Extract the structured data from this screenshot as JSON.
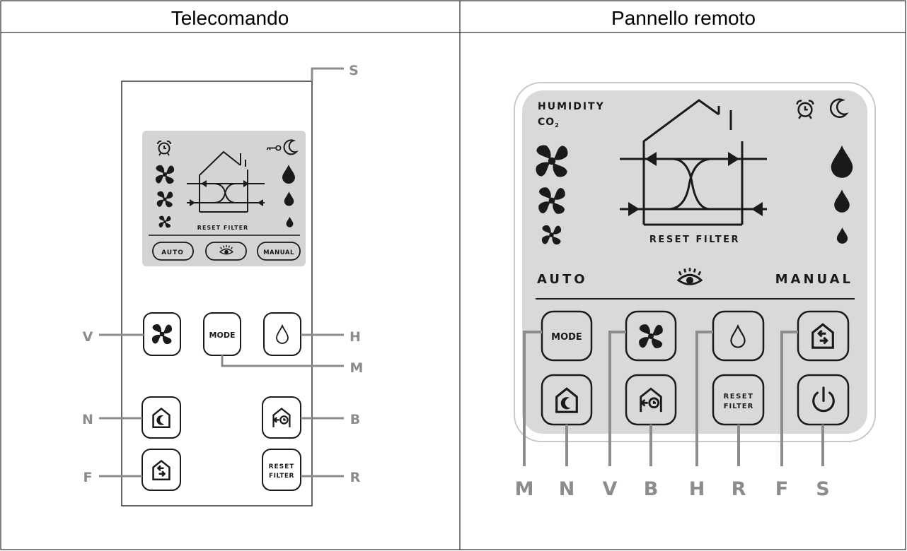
{
  "table": {
    "left_header": "Telecomando",
    "right_header": "Pannello remoto"
  },
  "remote": {
    "screen": {
      "reset_filter": "RESET FILTER",
      "auto": "AUTO",
      "manual": "MANUAL"
    },
    "buttons": {
      "mode": "MODE",
      "reset_line1": "RESET",
      "reset_line2": "FILTER"
    },
    "callouts": {
      "s": "S",
      "v": "V",
      "h": "H",
      "m": "M",
      "n": "N",
      "b": "B",
      "f": "F",
      "r": "R"
    }
  },
  "panel": {
    "humidity": "HUMIDITY",
    "co2": "CO",
    "co2_sub": "2",
    "reset_filter": "RESET FILTER",
    "auto": "AUTO",
    "manual": "MANUAL",
    "buttons": {
      "mode": "MODE",
      "reset_line1": "RESET",
      "reset_line2": "FILTER"
    },
    "callouts": [
      "M",
      "N",
      "V",
      "B",
      "H",
      "R",
      "F",
      "S"
    ]
  },
  "colors": {
    "line_gray": "#8c8c8c",
    "panel_fill": "#d9d9d9",
    "screen_fill": "#d4d4d4",
    "ink": "#1a1a1a"
  },
  "icons": [
    "fan-icon",
    "droplet-icon",
    "alarm-clock-icon",
    "moon-icon",
    "key-icon",
    "eye-icon",
    "house-exchange-icon",
    "power-icon"
  ]
}
